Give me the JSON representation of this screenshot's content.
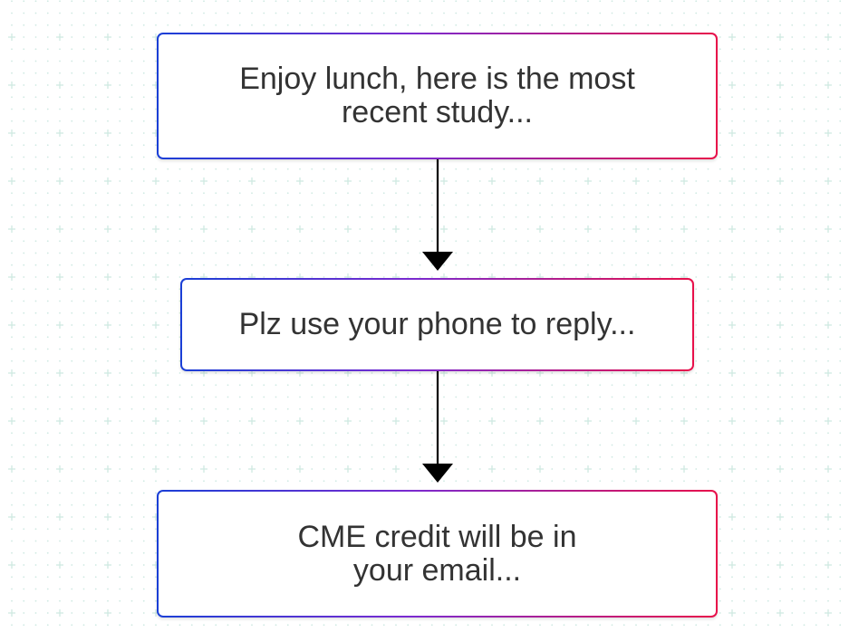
{
  "diagram": {
    "type": "flowchart",
    "background": {
      "color": "#ffffff",
      "grid_mark_color": "#cfe9e2",
      "grid_pattern": "plus-and-dot"
    },
    "node_style": {
      "border_gradient": [
        "#1a3fd6",
        "#7a2ad0",
        "#e8104a"
      ],
      "fill": "#ffffff",
      "text_color": "#333333"
    },
    "edge_color": "#000000",
    "nodes": [
      {
        "id": "n1",
        "label": "Enjoy lunch, here is the most recent study..."
      },
      {
        "id": "n2",
        "label": "Plz use your phone to reply..."
      },
      {
        "id": "n3",
        "label": "CME credit will be in your email..."
      }
    ],
    "edges": [
      {
        "from": "n1",
        "to": "n2"
      },
      {
        "from": "n2",
        "to": "n3"
      }
    ]
  }
}
